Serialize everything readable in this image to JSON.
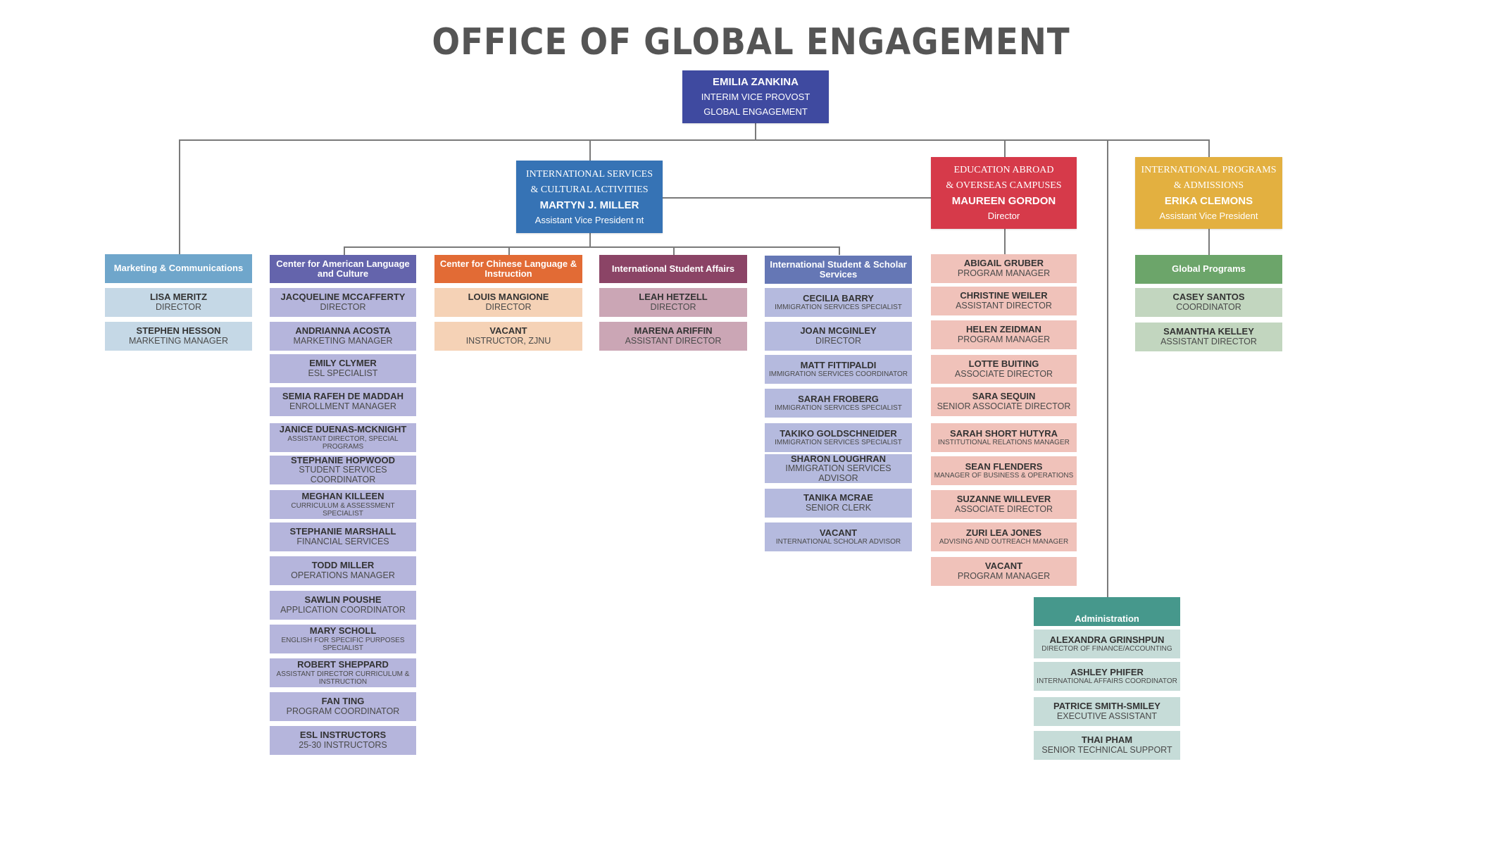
{
  "title": "OFFICE OF GLOBAL ENGAGEMENT",
  "colors": {
    "top": "#3f4aa0",
    "isca": "#3673b5",
    "education_abroad": "#d63a4a",
    "intl_programs": "#e3b040",
    "marketing": [
      "#6fa6cb",
      "#c5d8e6"
    ],
    "calc": [
      "#6464ac",
      "#b5b5dc"
    ],
    "chinese": [
      "#e26b35",
      "#f5d2b6"
    ],
    "isa": [
      "#8b4466",
      "#cba6b5"
    ],
    "isss": [
      "#6577b5",
      "#b5bade"
    ],
    "ed_abroad_staff": "#f0c2ba",
    "global": [
      "#6ca56a",
      "#c2d6bf"
    ],
    "admin": [
      "#46988c",
      "#c6dcd8"
    ]
  },
  "top": {
    "name": "EMILIA ZANKINA",
    "title1": "INTERIM VICE PROVOST",
    "title2": "GLOBAL ENGAGEMENT"
  },
  "isca": {
    "line1": "INTERNATIONAL SERVICES",
    "line2": "& CULTURAL ACTIVITIES",
    "name": "MARTYN J. MILLER",
    "title": "Assistant Vice President nt"
  },
  "education_abroad": {
    "line1": "EDUCATION ABROAD",
    "line2": "& OVERSEAS CAMPUSES",
    "name": "MAUREEN GORDON",
    "title": "Director"
  },
  "intl_programs": {
    "line1": "INTERNATIONAL PROGRAMS",
    "line2": "& ADMISSIONS",
    "name": "ERIKA CLEMONS",
    "title": "Assistant Vice President"
  },
  "departments": {
    "marketing": {
      "header": "Marketing & Communications",
      "staff": [
        {
          "name": "LISA MERITZ",
          "title": "DIRECTOR"
        },
        {
          "name": "STEPHEN HESSON",
          "title": "MARKETING MANAGER"
        }
      ]
    },
    "calc": {
      "header": "Center for American Language and Culture",
      "staff": [
        {
          "name": "JACQUELINE MCCAFFERTY",
          "title": "DIRECTOR"
        },
        {
          "name": "ANDRIANNA ACOSTA",
          "title": "MARKETING MANAGER"
        },
        {
          "name": "EMILY CLYMER",
          "title": "ESL SPECIALIST"
        },
        {
          "name": "SEMIA RAFEH DE MADDAH",
          "title": "ENROLLMENT MANAGER"
        },
        {
          "name": "JANICE DUENAS-MCKNIGHT",
          "title": "ASSISTANT DIRECTOR, SPECIAL PROGRAMS"
        },
        {
          "name": "STEPHANIE HOPWOOD",
          "title": "STUDENT SERVICES COORDINATOR"
        },
        {
          "name": "MEGHAN KILLEEN",
          "title": "CURRICULUM & ASSESSMENT SPECIALIST"
        },
        {
          "name": "STEPHANIE MARSHALL",
          "title": "FINANCIAL SERVICES"
        },
        {
          "name": "TODD MILLER",
          "title": "OPERATIONS MANAGER"
        },
        {
          "name": "SAWLIN POUSHE",
          "title": "APPLICATION COORDINATOR"
        },
        {
          "name": "MARY SCHOLL",
          "title": "ENGLISH FOR SPECIFIC PURPOSES SPECIALIST"
        },
        {
          "name": "ROBERT SHEPPARD",
          "title": "ASSISTANT DIRECTOR CURRICULUM & INSTRUCTION"
        },
        {
          "name": "FAN TING",
          "title": "PROGRAM COORDINATOR"
        },
        {
          "name": "ESL INSTRUCTORS",
          "title": "25-30 INSTRUCTORS"
        }
      ]
    },
    "chinese": {
      "header": "Center for Chinese Language & Instruction",
      "staff": [
        {
          "name": "LOUIS MANGIONE",
          "title": "DIRECTOR"
        },
        {
          "name": "VACANT",
          "title": "INSTRUCTOR, ZJNU"
        }
      ]
    },
    "isa": {
      "header": "International Student Affairs",
      "staff": [
        {
          "name": "LEAH HETZELL",
          "title": "DIRECTOR"
        },
        {
          "name": "MARENA ARIFFIN",
          "title": "ASSISTANT DIRECTOR"
        }
      ]
    },
    "isss": {
      "header": "International Student & Scholar Services",
      "staff": [
        {
          "name": "CECILIA BARRY",
          "title": "IMMIGRATION SERVICES SPECIALIST"
        },
        {
          "name": "JOAN MCGINLEY",
          "title": "DIRECTOR"
        },
        {
          "name": "MATT FITTIPALDI",
          "title": "IMMIGRATION SERVICES COORDINATOR"
        },
        {
          "name": "SARAH FROBERG",
          "title": "IMMIGRATION SERVICES SPECIALIST"
        },
        {
          "name": "TAKIKO GOLDSCHNEIDER",
          "title": "IMMIGRATION SERVICES SPECIALIST"
        },
        {
          "name": "SHARON LOUGHRAN",
          "title": "IMMIGRATION SERVICES ADVISOR"
        },
        {
          "name": "TANIKA MCRAE",
          "title": "SENIOR CLERK"
        },
        {
          "name": "VACANT",
          "title": "INTERNATIONAL SCHOLAR ADVISOR"
        }
      ]
    },
    "ed_abroad": {
      "staff": [
        {
          "name": "ABIGAIL GRUBER",
          "title": "PROGRAM MANAGER"
        },
        {
          "name": "CHRISTINE WEILER",
          "title": "ASSISTANT DIRECTOR"
        },
        {
          "name": "HELEN ZEIDMAN",
          "title": "PROGRAM MANAGER"
        },
        {
          "name": "LOTTE BUITING",
          "title": "ASSOCIATE DIRECTOR"
        },
        {
          "name": "SARA SEQUIN",
          "title": "SENIOR ASSOCIATE DIRECTOR"
        },
        {
          "name": "SARAH SHORT HUTYRA",
          "title": "INSTITUTIONAL RELATIONS MANAGER"
        },
        {
          "name": "SEAN FLENDERS",
          "title": "MANAGER OF BUSINESS & OPERATIONS"
        },
        {
          "name": "SUZANNE WILLEVER",
          "title": "ASSOCIATE DIRECTOR"
        },
        {
          "name": "ZURI LEA JONES",
          "title": "ADVISING AND OUTREACH MANAGER"
        },
        {
          "name": "VACANT",
          "title": "PROGRAM MANAGER"
        }
      ]
    },
    "global": {
      "header": "Global Programs",
      "staff": [
        {
          "name": "CASEY SANTOS",
          "title": "COORDINATOR"
        },
        {
          "name": "SAMANTHA KELLEY",
          "title": "ASSISTANT DIRECTOR"
        }
      ]
    },
    "admin": {
      "header": "Administration",
      "staff": [
        {
          "name": "ALEXANDRA GRINSHPUN",
          "title": "DIRECTOR OF FINANCE/ACCOUNTING"
        },
        {
          "name": "ASHLEY PHIFER",
          "title": "INTERNATIONAL AFFAIRS COORDINATOR"
        },
        {
          "name": "PATRICE SMITH-SMILEY",
          "title": "EXECUTIVE ASSISTANT"
        },
        {
          "name": "THAI PHAM",
          "title": "SENIOR TECHNICAL SUPPORT"
        }
      ]
    }
  }
}
